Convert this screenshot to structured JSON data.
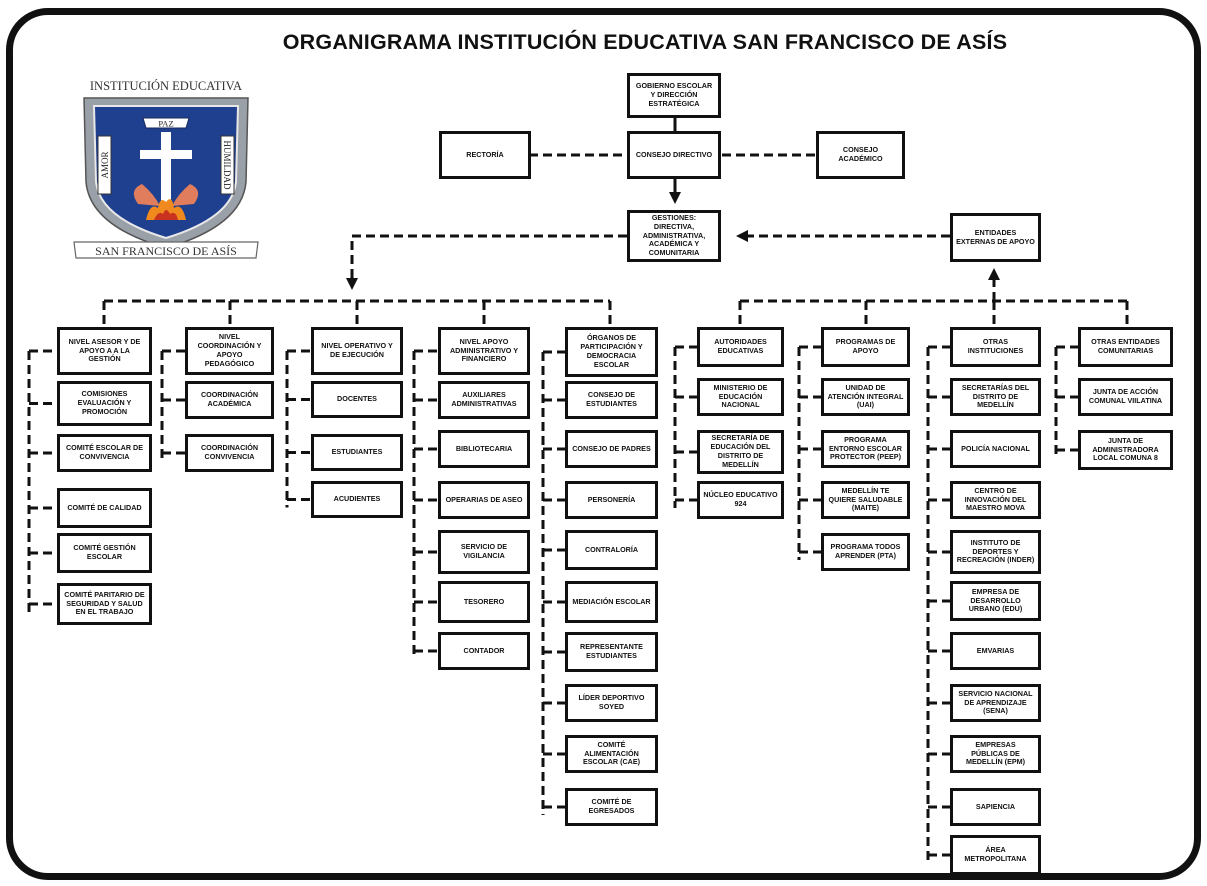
{
  "title": "ORGANIGRAMA INSTITUCIÓN EDUCATIVA SAN FRANCISCO DE ASÍS",
  "logo": {
    "top_text": "INSTITUCIÓN EDUCATIVA",
    "banner_top": "PAZ",
    "left_text": "AMOR",
    "right_text": "HUMILDAD",
    "bottom_text": "SAN FRANCISCO DE ASÍS",
    "colors": {
      "shield": "#1f3f8f",
      "border": "#9aa0a8",
      "cross": "#ffffff",
      "flame": "#f08a1e",
      "hands": "#e07d5c"
    }
  },
  "top": {
    "gobierno": "GOBIERNO ESCOLAR Y DIRECCIÓN ESTRATÉGICA",
    "consejo_directivo": "CONSEJO DIRECTIVO",
    "rectoria": "RECTORÍA",
    "consejo_academico": "CONSEJO ACADÉMICO",
    "gestiones": "GESTIONES: DIRECTIVA, ADMINISTRATIVA, ACADÉMICA Y COMUNITARIA",
    "entidades": "ENTIDADES EXTERNAS DE APOYO"
  },
  "left_columns": [
    {
      "header": "NIVEL ASESOR Y DE APOYO A A LA GESTIÓN",
      "items": [
        "COMISIONES EVALUACIÓN Y PROMOCIÓN",
        "COMITÉ ESCOLAR DE CONVIVENCIA",
        "COMITÉ DE CALIDAD",
        "COMITÉ GESTIÓN ESCOLAR",
        "COMITÉ PARITARIO DE SEGURIDAD Y SALUD EN EL TRABAJO"
      ]
    },
    {
      "header": "NIVEL COORDINACIÓN Y APOYO PEDAGÓGICO",
      "items": [
        "COORDINACIÓN ACADÉMICA",
        "COORDINACIÓN CONVIVENCIA"
      ]
    },
    {
      "header": "NIVEL OPERATIVO Y DE EJECUCIÓN",
      "items": [
        "DOCENTES",
        "ESTUDIANTES",
        "ACUDIENTES"
      ]
    },
    {
      "header": "NIVEL APOYO ADMINISTRATIVO Y FINANCIERO",
      "items": [
        "AUXILIARES ADMINISTRATIVAS",
        "BIBLIOTECARIA",
        "OPERARIAS DE ASEO",
        "SERVICIO DE VIGILANCIA",
        "TESORERO",
        "CONTADOR"
      ]
    },
    {
      "header": "ÓRGANOS DE PARTICIPACIÓN Y DEMOCRACIA ESCOLAR",
      "items": [
        "CONSEJO DE ESTUDIANTES",
        "CONSEJO DE PADRES",
        "PERSONERÍA",
        "CONTRALORÍA",
        "MEDIACIÓN ESCOLAR",
        "REPRESENTANTE ESTUDIANTES",
        "LÍDER DEPORTIVO SOYED",
        "COMITÉ ALIMENTACIÓN ESCOLAR (CAE)",
        "COMITÉ DE EGRESADOS"
      ]
    }
  ],
  "right_columns": [
    {
      "header": "AUTORIDADES EDUCATIVAS",
      "items": [
        "MINISTERIO DE EDUCACIÓN NACIONAL",
        "SECRETARÍA DE EDUCACIÓN DEL DISTRITO DE MEDELLÍN",
        "NÚCLEO EDUCATIVO 924"
      ]
    },
    {
      "header": "PROGRAMAS DE APOYO",
      "items": [
        "UNIDAD DE ATENCIÓN INTEGRAL (UAI)",
        "PROGRAMA ENTORNO ESCOLAR PROTECTOR (PEEP)",
        "MEDELLÍN TE QUIERE SALUDABLE (MAITE)",
        "PROGRAMA TODOS APRENDER (PTA)"
      ]
    },
    {
      "header": "OTRAS INSTITUCIONES",
      "items": [
        "SECRETARÍAS DEL DISTRITO DE MEDELLÍN",
        "POLICÍA NACIONAL",
        "CENTRO DE INNOVACIÓN DEL MAESTRO MOVA",
        "INSTITUTO DE DEPORTES Y RECREACIÓN (INDER)",
        "EMPRESA DE DESARROLLO URBANO (EDU)",
        "EMVARIAS",
        "SERVICIO NACIONAL DE APRENDIZAJE (SENA)",
        "EMPRESAS PÚBLICAS DE MEDELLÍN (EPM)",
        "SAPIENCIA",
        "ÁREA METROPOLITANA"
      ]
    },
    {
      "header": "OTRAS ENTIDADES COMUNITARIAS",
      "items": [
        "JUNTA DE ACCIÓN COMUNAL VIILATINA",
        "JUNTA DE ADMINISTRADORA LOCAL COMUNA 8"
      ]
    }
  ]
}
